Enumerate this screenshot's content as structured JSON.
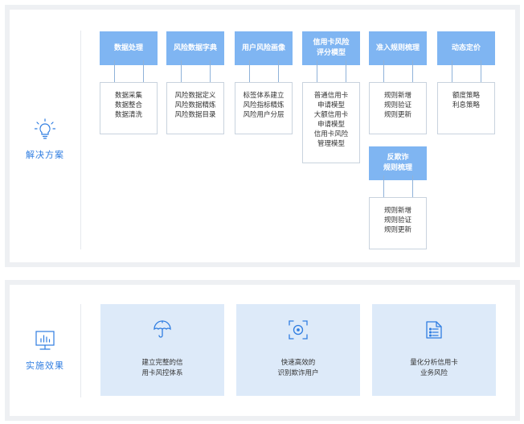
{
  "solution": {
    "title": "解决方案",
    "modules": [
      {
        "header": "数据处理",
        "items": [
          "数据采集",
          "数据整合",
          "数据清洗"
        ]
      },
      {
        "header": "风险数据字典",
        "items": [
          "风险数据定义",
          "风险数据精炼",
          "风险数据目录"
        ]
      },
      {
        "header": "用户风险画像",
        "items": [
          "标签体系建立",
          "风险指标精炼",
          "风险用户分层"
        ]
      },
      {
        "header_lines": [
          "信用卡风险",
          "评分模型"
        ],
        "items": [
          "普通信用卡",
          "申请模型",
          "大额信用卡",
          "申请模型",
          "信用卡风险",
          "管理模型"
        ]
      },
      {
        "header": "准入规则梳理",
        "items": [
          "规则新增",
          "规则验证",
          "规则更新"
        ]
      },
      {
        "header": "动态定价",
        "items": [
          "额度策略",
          "利息策略"
        ]
      },
      {
        "header_lines": [
          "反欺诈",
          "规则梳理"
        ],
        "items": [
          "规则新增",
          "规则验证",
          "规则更新"
        ]
      }
    ]
  },
  "effect": {
    "title": "实施效果",
    "cards": [
      {
        "icon": "umbrella-icon",
        "lines": [
          "建立完整的信",
          "用卡风控体系"
        ]
      },
      {
        "icon": "target-scan-icon",
        "lines": [
          "快速高效的",
          "识别欺诈用户"
        ]
      },
      {
        "icon": "document-list-icon",
        "lines": [
          "量化分析信用卡",
          "业务风险"
        ]
      }
    ]
  },
  "colors": {
    "accent": "#2f7de1",
    "header_bg": "#7fb5f2",
    "card_bg": "#ddeaf9",
    "panel_border": "#eef0f3"
  }
}
